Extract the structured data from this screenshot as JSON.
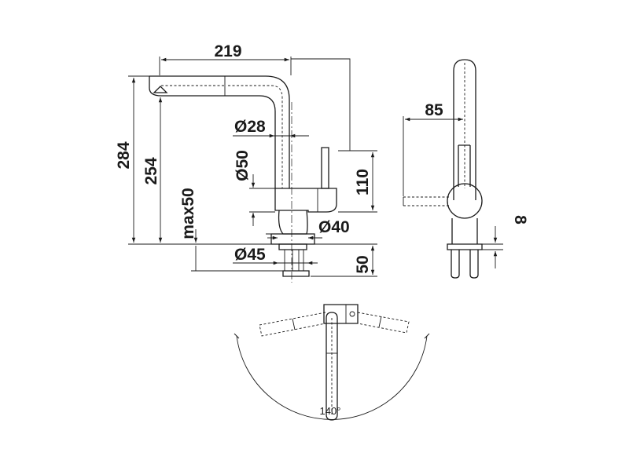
{
  "side_view": {
    "width_219": "219",
    "height_284": "284",
    "height_254": "254",
    "max50": "max50",
    "dia28": "Ø28",
    "dia50": "Ø50",
    "dia40": "Ø40",
    "dia45": "Ø45",
    "height_110": "110",
    "height_50": "50"
  },
  "front_view": {
    "width_85": "85",
    "size_8": "8"
  },
  "top_view": {
    "swivel_angle": "140°"
  }
}
